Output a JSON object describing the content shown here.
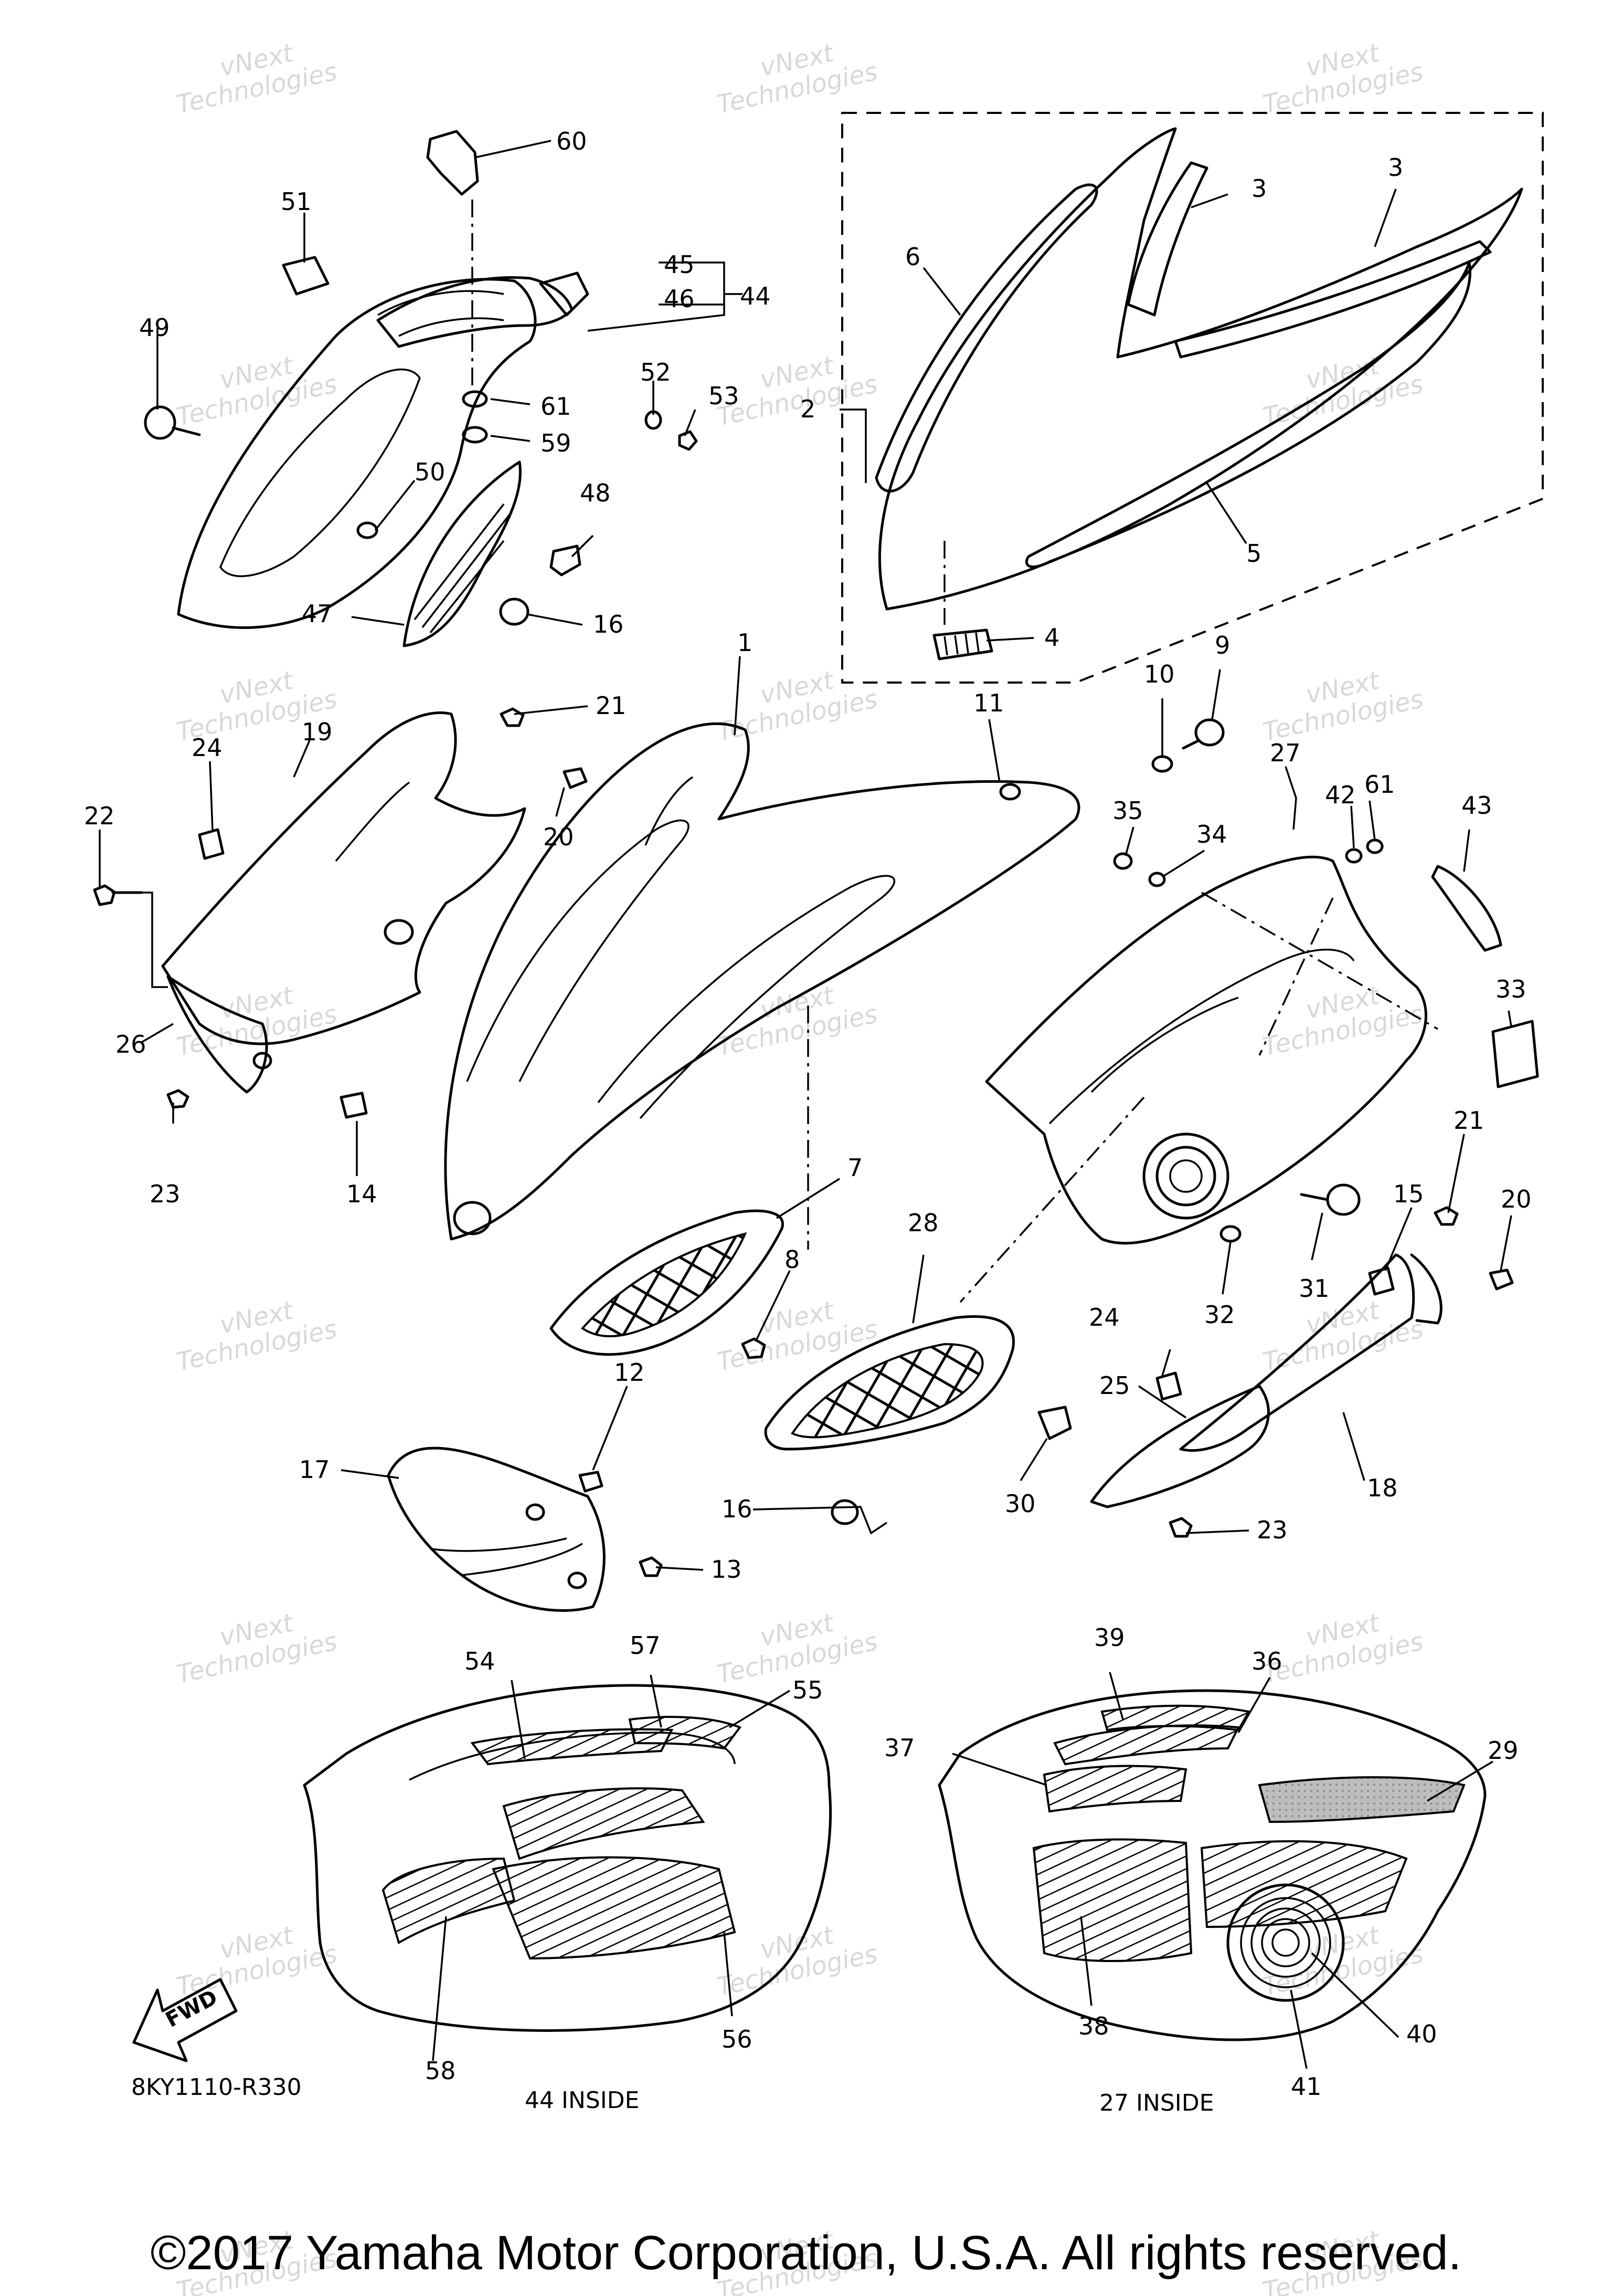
{
  "diagram": {
    "code": "8KY1110-R330",
    "inside_labels": {
      "left": "44 INSIDE",
      "right": "27 INSIDE"
    },
    "fwd_label": "FWD",
    "watermark": {
      "line1": "vNext",
      "line2": "Technologies"
    },
    "callouts": [
      "1",
      "2",
      "3",
      "3",
      "4",
      "5",
      "6",
      "7",
      "8",
      "9",
      "10",
      "11",
      "12",
      "13",
      "14",
      "15",
      "16",
      "16",
      "17",
      "18",
      "19",
      "20",
      "20",
      "21",
      "21",
      "22",
      "23",
      "23",
      "24",
      "24",
      "25",
      "26",
      "27",
      "28",
      "29",
      "30",
      "31",
      "32",
      "33",
      "34",
      "35",
      "36",
      "37",
      "38",
      "39",
      "40",
      "41",
      "42",
      "43",
      "44",
      "45",
      "46",
      "47",
      "48",
      "49",
      "50",
      "51",
      "52",
      "53",
      "54",
      "55",
      "56",
      "57",
      "58",
      "59",
      "60",
      "61",
      "61"
    ]
  },
  "copyright": "©2017 Yamaha Motor Corporation, U.S.A. All rights reserved."
}
